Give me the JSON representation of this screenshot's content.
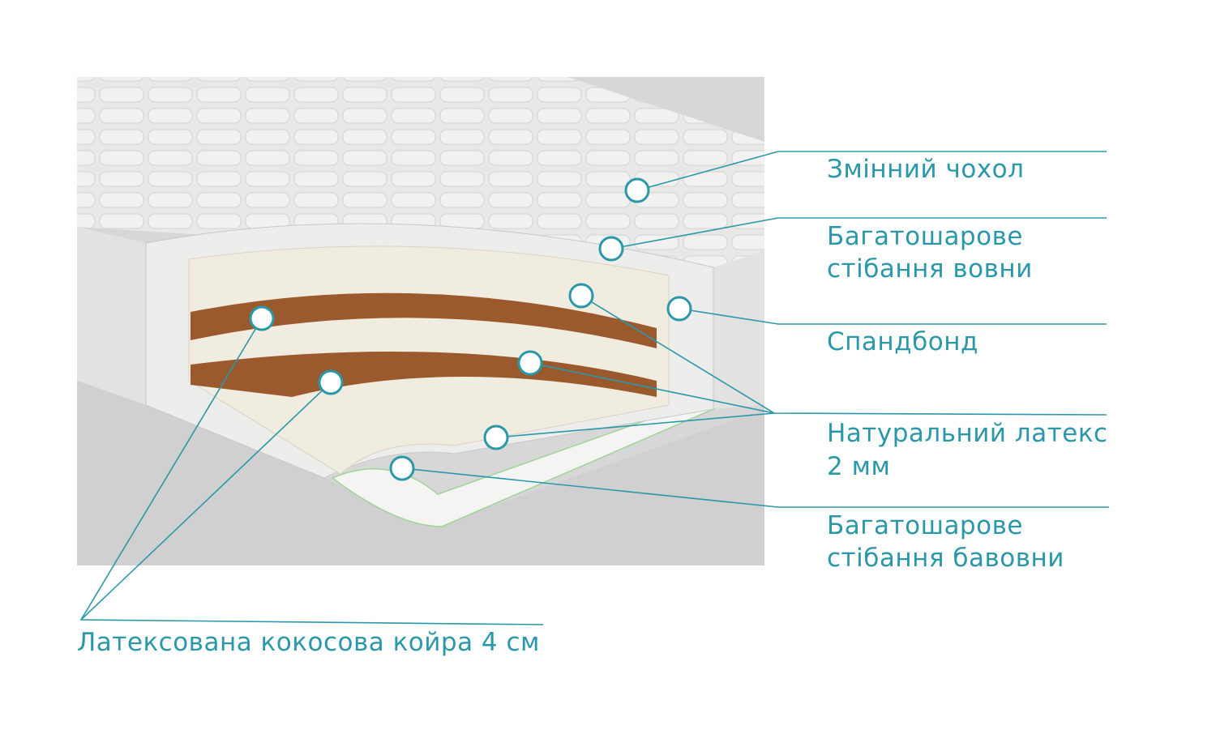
{
  "colors": {
    "accent": "#2a98a8",
    "coir": "#9a5a2e",
    "latex": "#f1ece0",
    "cover": "#e6e6e4"
  },
  "labels": {
    "cover": "Змінний чохол",
    "wool_line1": "Багатошарове",
    "wool_line2": "стібання вовни",
    "spunbond": "Спандбонд",
    "latex_line1": "Натуральний латекс",
    "latex_line2": "2 мм",
    "cotton_line1": "Багатошарове",
    "cotton_line2": "стібання бавовни",
    "coir": "Латексована кокосова койра 4 см"
  }
}
